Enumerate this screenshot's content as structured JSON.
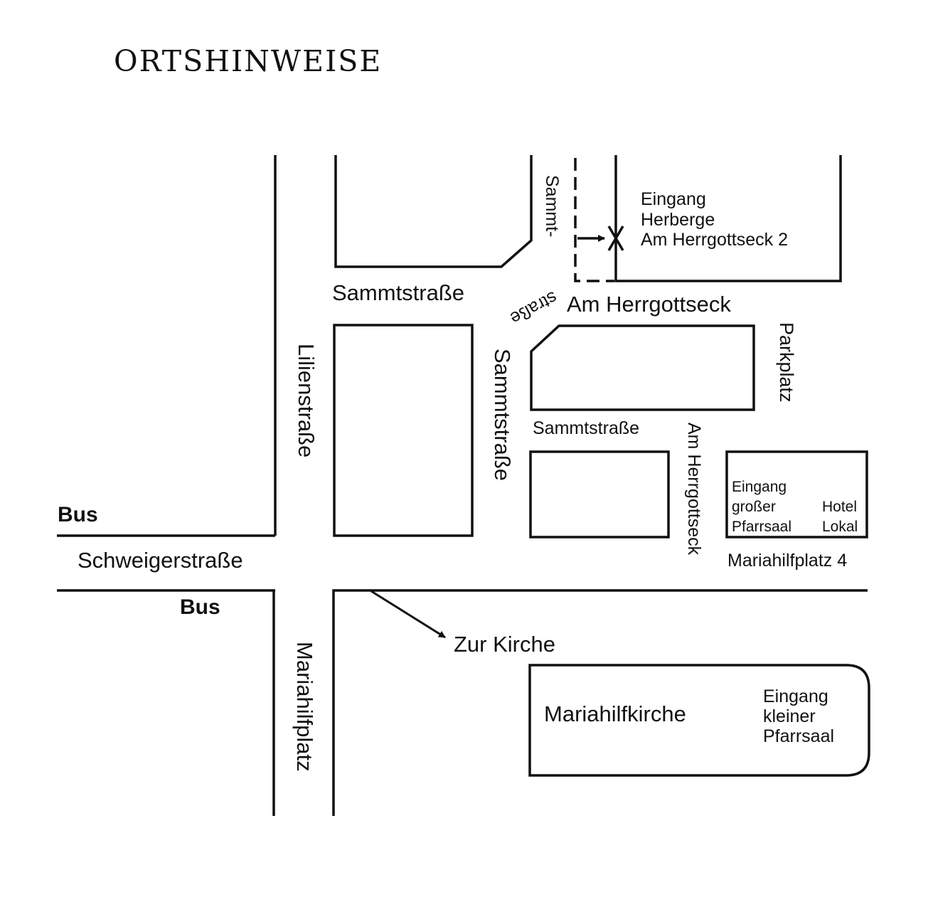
{
  "title": "ORTSHINWEISE",
  "streets": {
    "sammtstrasse_top": "Sammtstraße",
    "sammt_diagonal_part1": "Sammt-",
    "sammt_diagonal_part2": "straße",
    "am_herrgottseck_top": "Am Herrgottseck",
    "lilienstrasse": "Lilienstraße",
    "sammtstrasse_vertical": "Sammtstraße",
    "sammtstrasse_middle": "Sammtstraße",
    "am_herrgottseck_vertical": "Am Herrgottseck",
    "schweigerstrasse": "Schweigerstraße",
    "mariahilfplatz": "Mariahilfplatz",
    "parkplatz": "Parkplatz"
  },
  "bus_stops": [
    "Bus",
    "Bus"
  ],
  "herberge": {
    "line1": "Eingang",
    "line2": "Herberge",
    "line3": "Am Herrgottseck 2"
  },
  "pfarrsaal_gross": {
    "line1": "Eingang",
    "line2": "großer",
    "line3": "Pfarrsaal",
    "hotel": "Hotel",
    "lokal": "Lokal",
    "address": "Mariahilfplatz 4"
  },
  "church": {
    "direction": "Zur Kirche",
    "name": "Mariahilfkirche",
    "entrance_line1": "Eingang",
    "entrance_line2": "kleiner",
    "entrance_line3": "Pfarrsaal"
  },
  "colors": {
    "ink": "#111111",
    "background": "#ffffff"
  }
}
